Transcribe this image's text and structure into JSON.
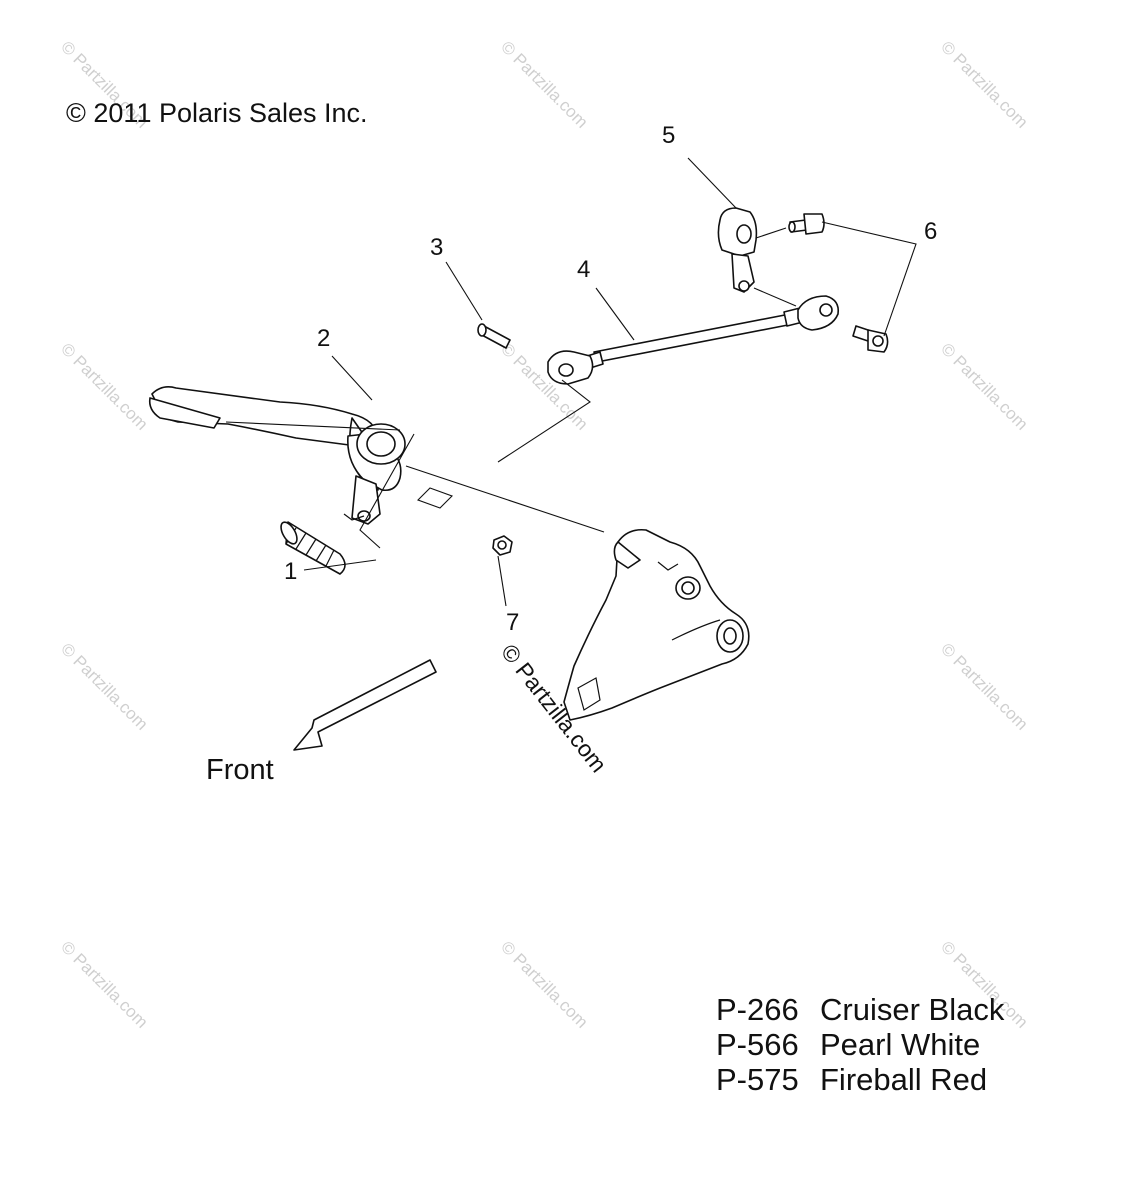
{
  "copyright": "© 2011 Polaris Sales Inc.",
  "watermark": "© Partzilla.com",
  "callouts": [
    {
      "id": "1",
      "name": "footpeg"
    },
    {
      "id": "2",
      "name": "shift-lever"
    },
    {
      "id": "3",
      "name": "pin"
    },
    {
      "id": "4",
      "name": "shift-linkage-rod"
    },
    {
      "id": "5",
      "name": "shift-arm"
    },
    {
      "id": "6",
      "name": "bolt"
    },
    {
      "id": "7",
      "name": "nut"
    }
  ],
  "direction_label": "Front",
  "color_codes": [
    {
      "code": "P-266",
      "color": "Cruiser Black"
    },
    {
      "code": "P-566",
      "color": "Pearl White"
    },
    {
      "code": "P-575",
      "color": "Fireball Red"
    }
  ]
}
